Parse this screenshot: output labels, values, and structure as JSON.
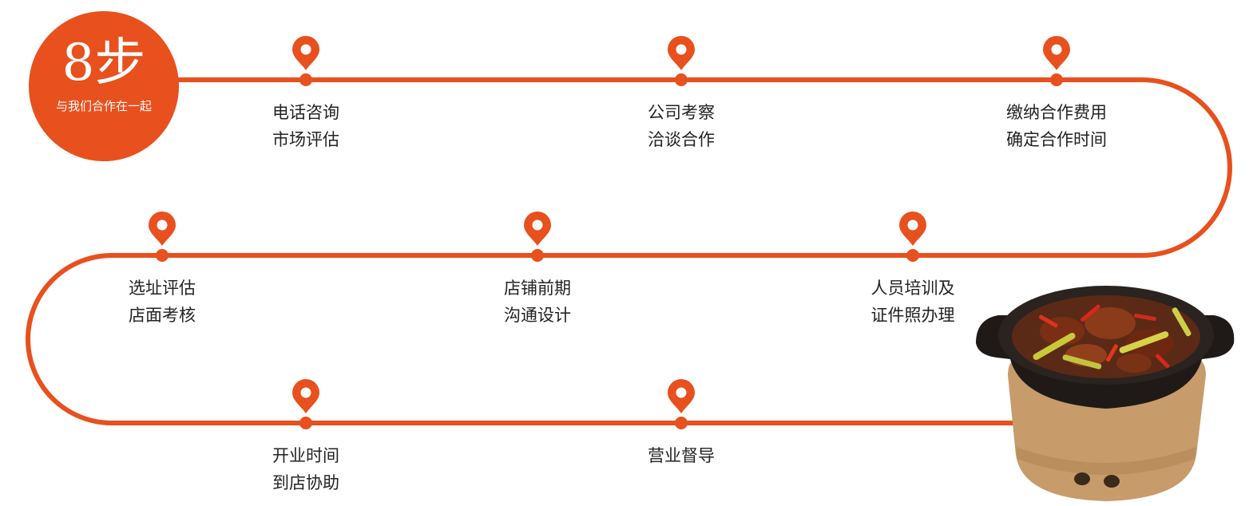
{
  "badge": {
    "title": "8步",
    "subtitle": "与我们合作在一起"
  },
  "colors": {
    "accent": "#E8501E",
    "text": "#222222",
    "pot_clay": "#C79B6A",
    "pot_dark": "#1f1a17"
  },
  "steps": [
    {
      "line1": "电话咨询",
      "line2": "市场评估"
    },
    {
      "line1": "公司考察",
      "line2": "洽谈合作"
    },
    {
      "line1": "缴纳合作费用",
      "line2": "确定合作时间"
    },
    {
      "line1": "选址评估",
      "line2": "店面考核"
    },
    {
      "line1": "店铺前期",
      "line2": "沟通设计"
    },
    {
      "line1": "人员培训及",
      "line2": "证件照办理"
    },
    {
      "line1": "开业时间",
      "line2": "到店协助"
    },
    {
      "line1": "营业督导",
      "line2": ""
    }
  ],
  "icons": {
    "marker": "map-pin-icon",
    "dish": "clay-pot-dish-illustration"
  }
}
